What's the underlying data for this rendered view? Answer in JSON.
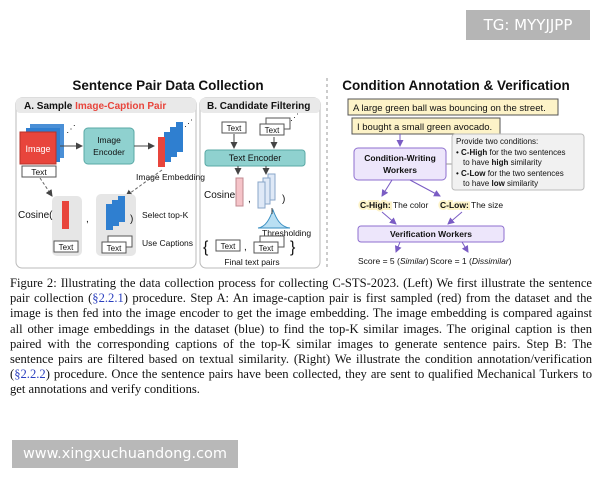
{
  "watermarks": {
    "top": "TG: MYYJJPP",
    "bottom": "www.xingxuchuandong.com"
  },
  "left_panel": {
    "title": "Sentence Pair Data Collection",
    "step_a": {
      "prefix": "A. Sample ",
      "highlight": "Image-Caption Pair"
    },
    "step_b": "B. Candidate Filtering",
    "image_label": "Image",
    "text_label": "Text",
    "encoder_line1": "Image",
    "encoder_line2": "Encoder",
    "image_embedding": "Image Embedding",
    "cosine": "Cosine(",
    "select_top_k": "Select top-K",
    "use_captions": "Use Captions",
    "text_encoder": "Text Encoder",
    "thresholding": "Thresholding",
    "final_pairs": "Final text pairs"
  },
  "right_panel": {
    "title": "Condition Annotation & Verification",
    "sentence1": "A large green ball was bouncing on the street.",
    "sentence2": "I bought a small green avocado.",
    "workers_line1": "Condition-Writing",
    "workers_line2": "Workers",
    "note_line1": "Provide two conditions:",
    "note_chigh_label": "C-High",
    "note_chigh_rest": " for the two sentences",
    "note_chigh_line2_pre": "to have ",
    "note_chigh_line2_bold": "high",
    "note_chigh_line2_post": " similarity",
    "note_clow_label": "C-Low",
    "note_clow_rest": " for the two sentences",
    "note_clow_line2_pre": "to have ",
    "note_clow_line2_bold": "low",
    "note_clow_line2_post": " similarity",
    "chigh_tag": "C-High:",
    "chigh_value": " The color",
    "clow_tag": "C-Low:",
    "clow_value": " The size",
    "verification": "Verification Workers",
    "score_left": "Score = 5 (",
    "score_left_em": "Similar",
    "score_right": "Score = 1 (",
    "score_right_em": "Dissimilar",
    "close_paren": ")"
  },
  "caption": {
    "p1": "Figure 2: Illustrating the data collection process for collecting C-STS-2023. (Left) We first illustrate the sentence pair collection (",
    "ref1": "§2.2.1",
    "p2": ") procedure. Step A: An image-caption pair is first sampled (red) from the dataset and the image is then fed into the image encoder to get the image embedding. The image embedding is compared against all other image embeddings in the dataset (blue) to find the top-K similar images. The original caption is then paired with the corresponding captions of the top-K similar images to generate sentence pairs. Step B: The sentence pairs are filtered based on textual similarity. (Right) We illustrate the condition annotation/verification (",
    "ref2": "§2.2.2",
    "p3": ") procedure. Once the sentence pairs have been collected, they are sent to qualified Mechanical Turkers to get annotations and verify conditions."
  },
  "colors": {
    "red": "#e8453c",
    "blue": "#2f7fd0",
    "teal": "#8fd1cf",
    "purple": "#8e6fcf",
    "lavender": "#ede6fb",
    "yellow": "#fdf3c8"
  }
}
